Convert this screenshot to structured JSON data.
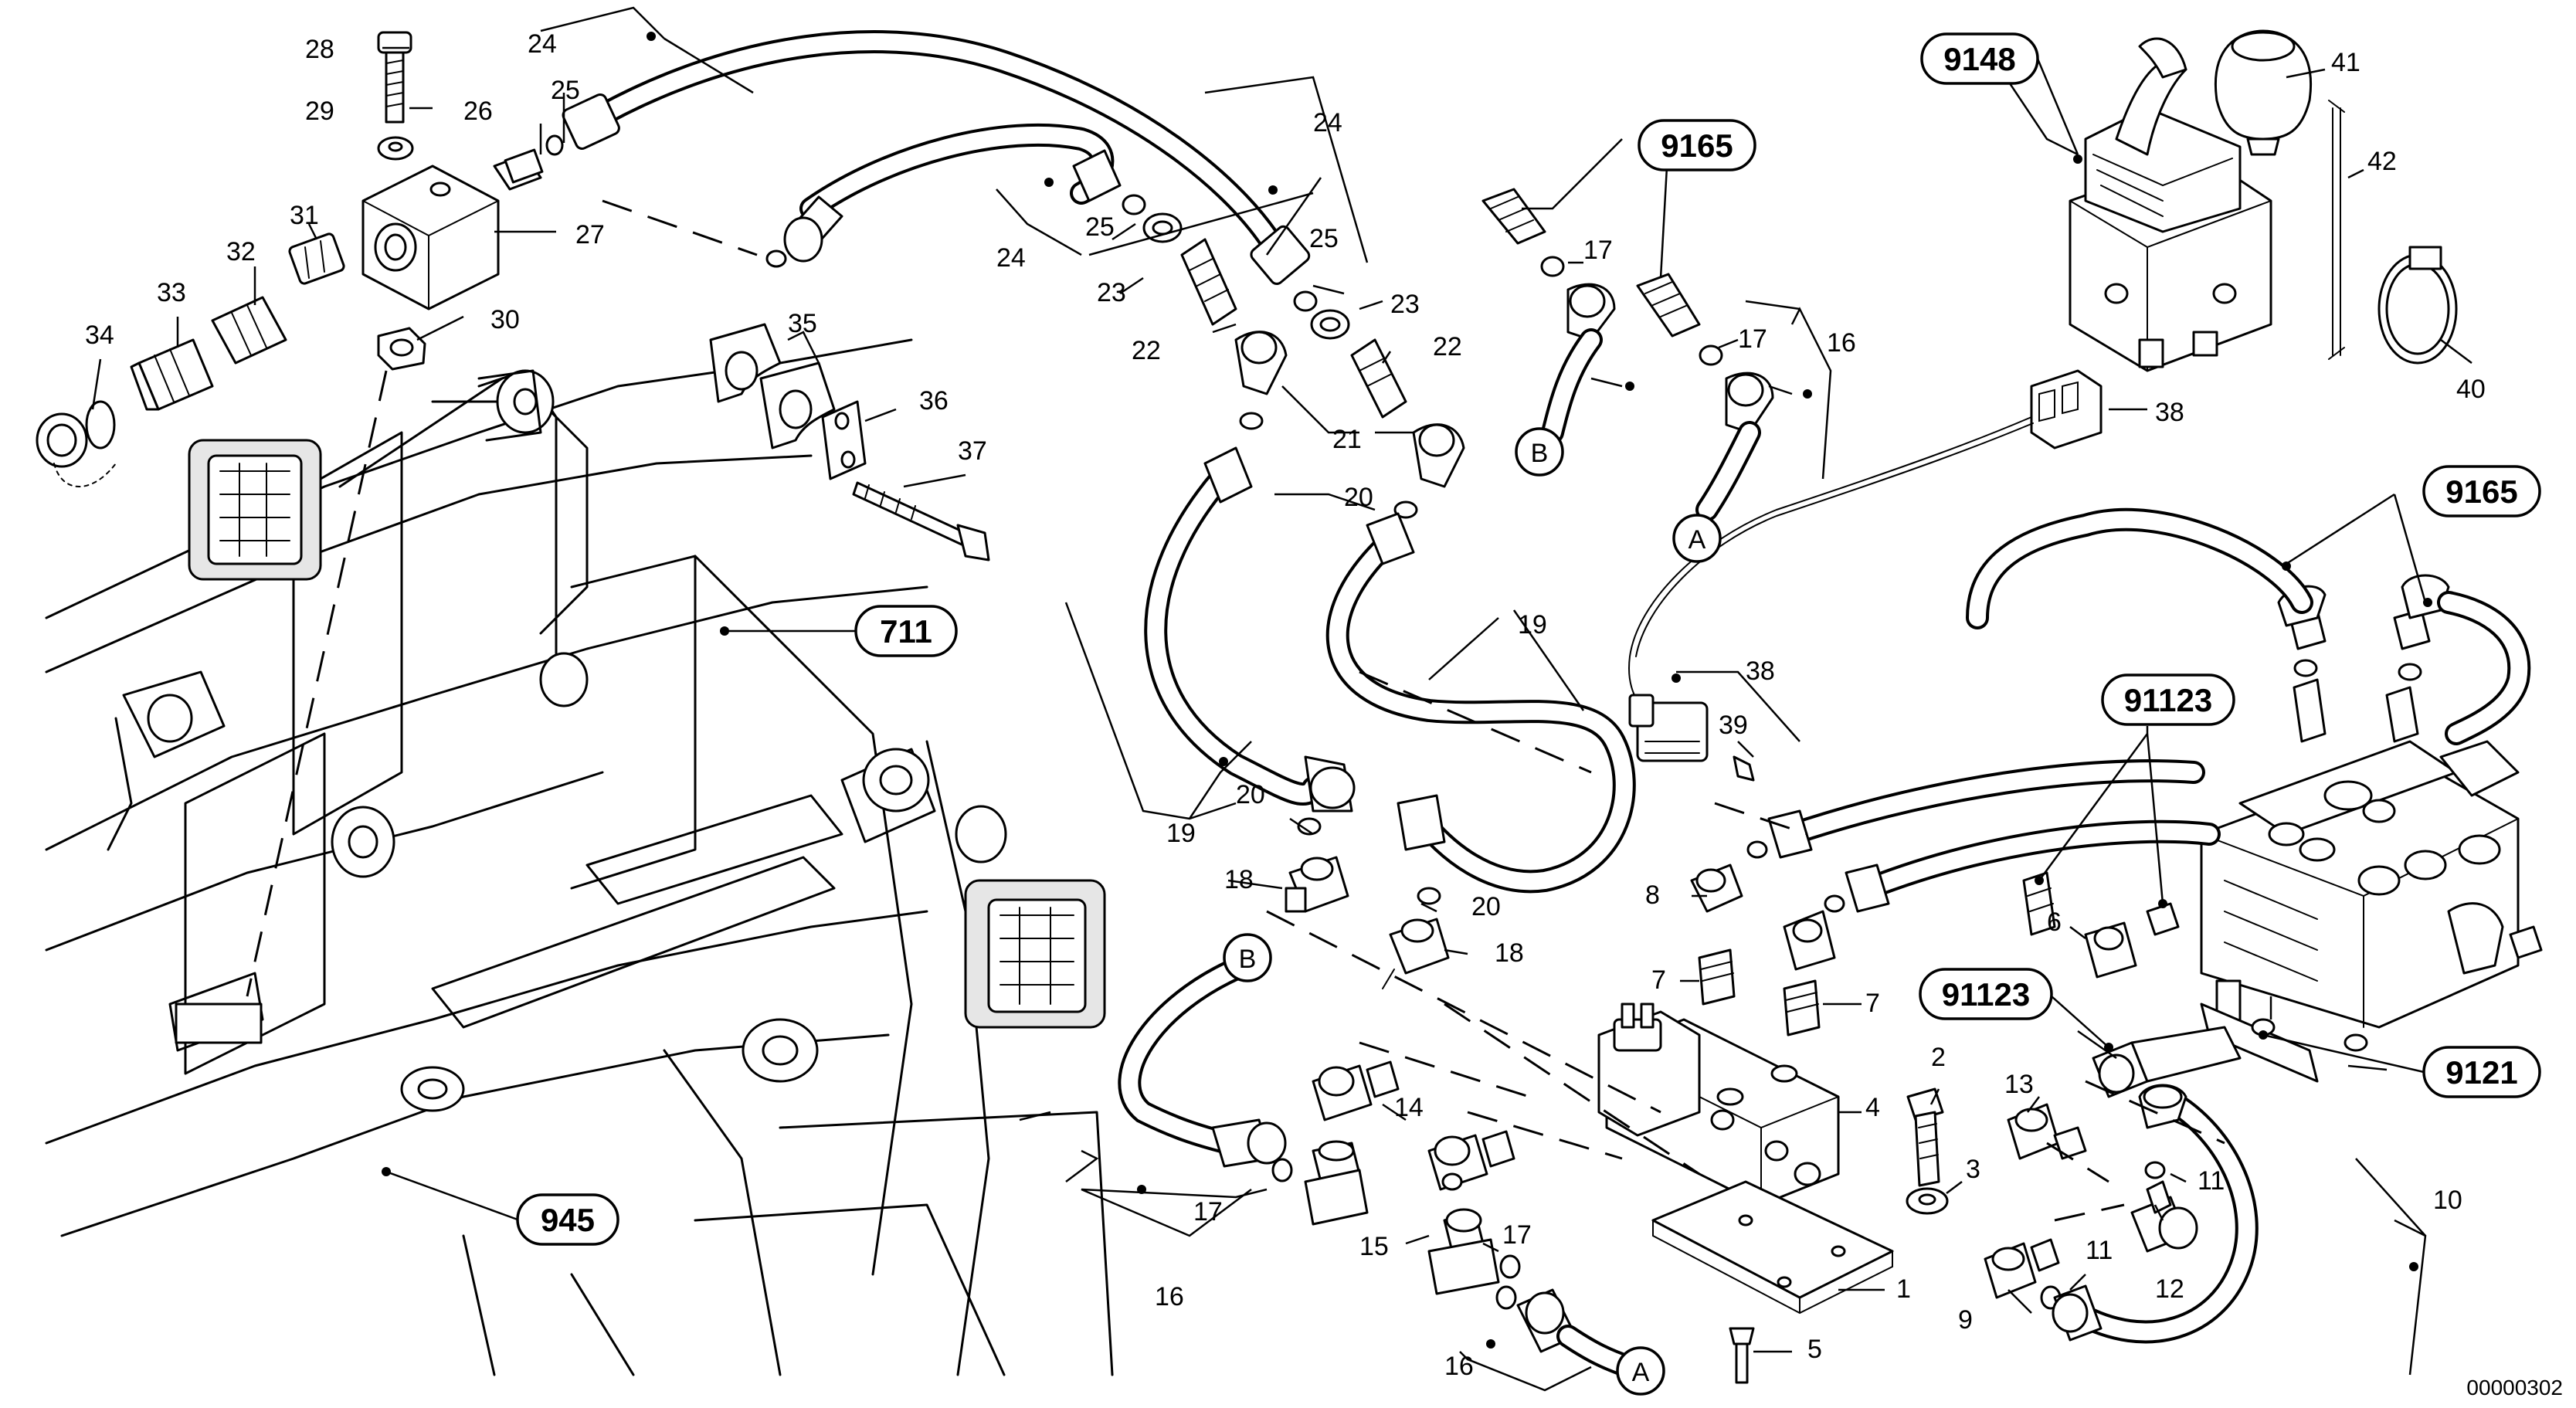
{
  "drawing_number": "00000302",
  "callouts": [
    {
      "label": "9148"
    },
    {
      "label": "9165"
    },
    {
      "label": "9165"
    },
    {
      "label": "711"
    },
    {
      "label": "945"
    },
    {
      "label": "91123"
    },
    {
      "label": "91123"
    },
    {
      "label": "9121"
    }
  ],
  "connection_letters": [
    "A",
    "A",
    "B",
    "B"
  ],
  "part_numbers": [
    "1",
    "2",
    "3",
    "4",
    "5",
    "6",
    "7",
    "7",
    "8",
    "9",
    "10",
    "11",
    "11",
    "12",
    "13",
    "14",
    "15",
    "16",
    "16",
    "16",
    "17",
    "17",
    "17",
    "17",
    "18",
    "18",
    "19",
    "19",
    "20",
    "20",
    "20",
    "21",
    "22",
    "22",
    "23",
    "23",
    "24",
    "24",
    "24",
    "25",
    "25",
    "25",
    "26",
    "27",
    "28",
    "29",
    "30",
    "31",
    "32",
    "33",
    "34",
    "35",
    "36",
    "37",
    "38",
    "38",
    "39",
    "40",
    "41",
    "42"
  ]
}
